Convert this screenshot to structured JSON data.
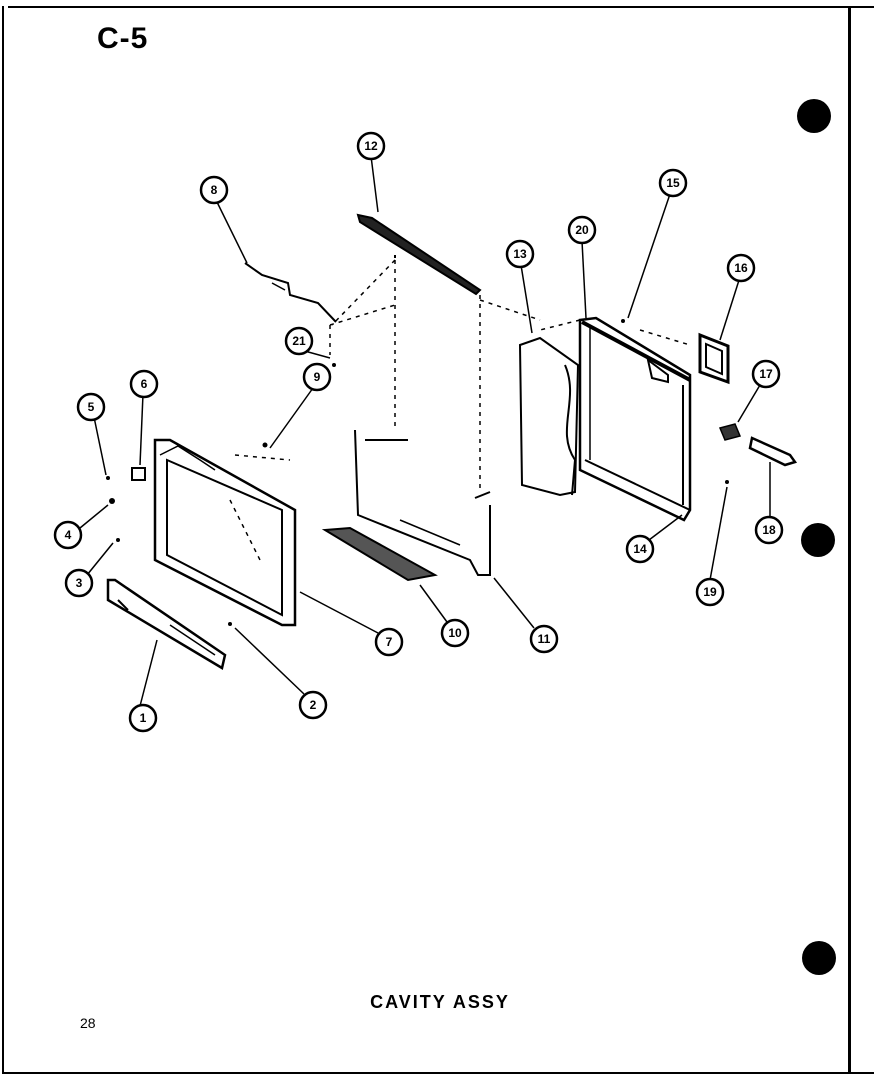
{
  "sheet_id": "C-5",
  "caption": "CAVITY ASSY",
  "page_number": "28",
  "callouts": [
    "1",
    "2",
    "3",
    "4",
    "5",
    "6",
    "7",
    "8",
    "9",
    "10",
    "11",
    "12",
    "13",
    "14",
    "15",
    "16",
    "17",
    "18",
    "19",
    "20",
    "21"
  ]
}
